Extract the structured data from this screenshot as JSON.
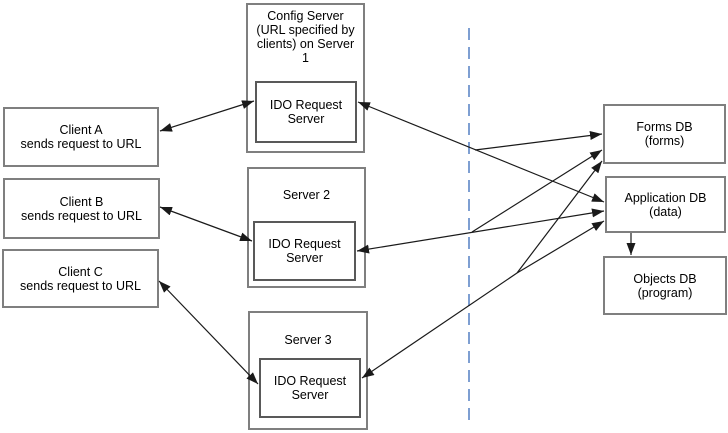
{
  "diagram": {
    "colors": {
      "connector": "#1a1a1a",
      "box_border": "#7f7f7f",
      "inner_box_border": "#595959",
      "divider": "#7e9fd2",
      "background": "#ffffff"
    },
    "clients": [
      {
        "title": "Client A",
        "subtitle": "sends request to URL"
      },
      {
        "title": "Client B",
        "subtitle": "sends request to URL"
      },
      {
        "title": "Client C",
        "subtitle": "sends request to URL"
      }
    ],
    "servers": [
      {
        "label": "Config Server\n(URL specified by\nclients) on Server\n1",
        "inner": "IDO Request\nServer"
      },
      {
        "label": "Server 2",
        "inner": "IDO Request\nServer"
      },
      {
        "label": "Server 3",
        "inner": "IDO Request\nServer"
      }
    ],
    "databases": [
      {
        "title": "Forms DB",
        "subtitle": "(forms)"
      },
      {
        "title": "Application DB",
        "subtitle": "(data)"
      },
      {
        "title": "Objects DB",
        "subtitle": "(program)"
      }
    ],
    "connections": [
      {
        "from": "Client A",
        "to": "IDO Request Server (Server 1)",
        "arrows": "both"
      },
      {
        "from": "Client B",
        "to": "IDO Request Server (Server 2)",
        "arrows": "both"
      },
      {
        "from": "Client C",
        "to": "IDO Request Server (Server 3)",
        "arrows": "both"
      },
      {
        "from": "IDO Request Server (Server 1)",
        "to": "Forms DB and Application DB",
        "arrows": "both"
      },
      {
        "from": "IDO Request Server (Server 2)",
        "to": "Forms DB and Application DB",
        "arrows": "both"
      },
      {
        "from": "IDO Request Server (Server 3)",
        "to": "Forms DB and Application DB",
        "arrows": "both"
      },
      {
        "from": "Application DB",
        "to": "Objects DB",
        "arrows": "one-way"
      }
    ]
  }
}
